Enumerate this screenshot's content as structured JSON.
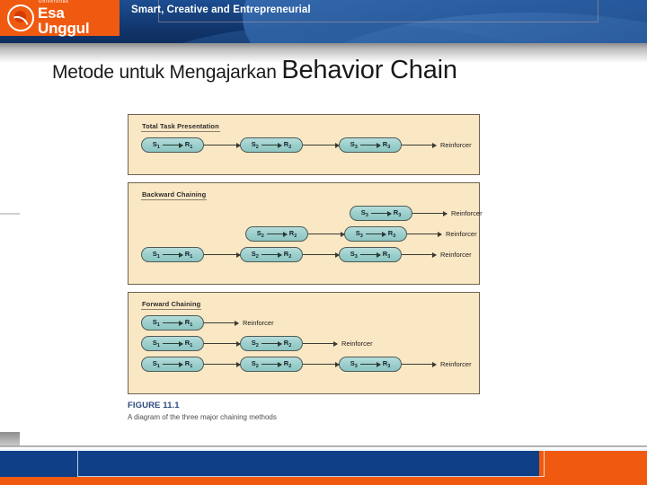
{
  "header": {
    "logo_university": "Universitas",
    "logo_name": "Esa Unggul",
    "tagline": "Smart, Creative and Entrepreneurial",
    "brand_orange": "#ef5a10",
    "brand_blue": "#0f4087"
  },
  "slide": {
    "title_part1": "Metode untuk Mengajarkan ",
    "title_part2": "Behavior Chain"
  },
  "figure": {
    "panel_bg": "#fae7c4",
    "node_fill": "#9ccfcc",
    "reinforcer_label": "Reinforcer",
    "panels": [
      {
        "title": "Total Task Presentation",
        "rows": [
          {
            "indent": 0,
            "nodes": [
              "S1-R1",
              "S2-R2",
              "S3-R3"
            ],
            "reinforcer": "Reinforcer"
          }
        ]
      },
      {
        "title": "Backward Chaining",
        "rows": [
          {
            "indent": 2,
            "nodes": [
              "S3-R3"
            ],
            "reinforcer": "Reinforcer"
          },
          {
            "indent": 1,
            "nodes": [
              "S2-R2",
              "S3-R3"
            ],
            "reinforcer": "Reinforcer"
          },
          {
            "indent": 0,
            "nodes": [
              "S1-R1",
              "S2-R2",
              "S3-R3"
            ],
            "reinforcer": "Reinforcer"
          }
        ]
      },
      {
        "title": "Forward Chaining",
        "rows": [
          {
            "indent": 0,
            "nodes": [
              "S1-R1"
            ],
            "reinforcer": "Reinforcer"
          },
          {
            "indent": 0,
            "nodes": [
              "S1-R1",
              "S2-R2"
            ],
            "reinforcer": "Reinforcer"
          },
          {
            "indent": 0,
            "nodes": [
              "S1-R1",
              "S2-R2",
              "S3-R3"
            ],
            "reinforcer": "Reinforcer"
          }
        ]
      }
    ],
    "node_labels": {
      "S1-R1": {
        "stimulus": "S",
        "stimulus_sub": "1",
        "response": "R",
        "response_sub": "1"
      },
      "S2-R2": {
        "stimulus": "S",
        "stimulus_sub": "2",
        "response": "R",
        "response_sub": "2"
      },
      "S3-R3": {
        "stimulus": "S",
        "stimulus_sub": "3",
        "response": "R",
        "response_sub": "3"
      }
    }
  },
  "caption": {
    "figure_number": "FIGURE 11.1",
    "description": "A diagram of the three major chaining methods"
  }
}
